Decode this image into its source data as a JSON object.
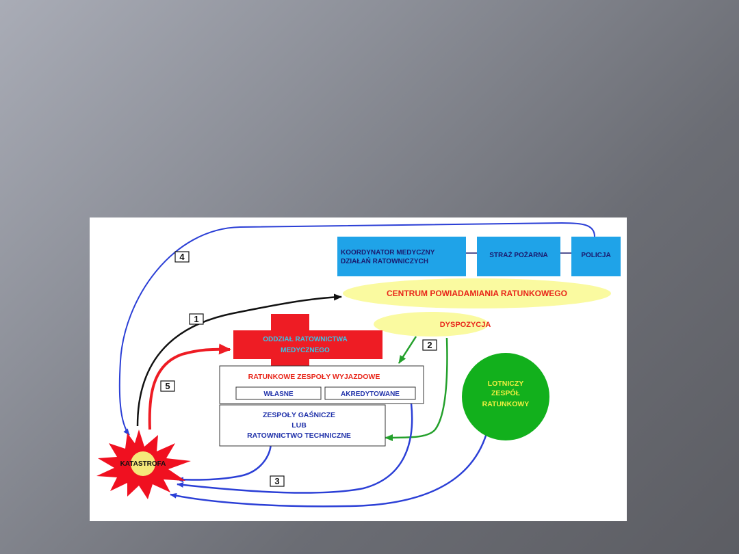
{
  "diagram": {
    "nodes": {
      "koordynator": [
        "KOORDYNATOR MEDYCZNY",
        "DZIAŁAŃ RATOWNICZYCH"
      ],
      "straz": "STRAŻ POŻARNA",
      "policja": "POLICJA",
      "centrum": "CENTRUM POWIADAMIANIA RATUNKOWEGO",
      "dyspozycja": "DYSPOZYCJA",
      "oddzial": [
        "ODDZIAŁ RATOWNICTWA",
        "MEDYCZNEGO"
      ],
      "zespoly_wyjazdowe": "RATUNKOWE ZESPOŁY WYJAZDOWE",
      "wlasne": "WŁASNE",
      "akredytowane": "AKREDYTOWANE",
      "gasnicze": [
        "ZESPOŁY GAŚNICZE",
        "LUB",
        "RATOWNICTWO TECHNICZNE"
      ],
      "lotniczy": [
        "LOTNICZY",
        "ZESPÓŁ",
        "RATUNKOWY"
      ],
      "katastrofa": "KATASTROFA"
    },
    "step_labels": [
      "1",
      "2",
      "3",
      "4",
      "5"
    ],
    "colors": {
      "blue_box": "#1fa3e8",
      "box_text_dark": "#1a1a6e",
      "yellow": "#fafaa0",
      "red_text": "#e8261a",
      "red_cross": "#ee1c24",
      "cyan_text": "#39c6e8",
      "blue_text": "#2233aa",
      "green_circle": "#12b01c",
      "lotniczy_text": "#f0f040",
      "arrow_blue": "#2b3fd6",
      "arrow_black": "#111111",
      "arrow_red": "#ee1c24",
      "arrow_green": "#23a02b",
      "burst_red": "#f01020",
      "burst_yellow": "#f5e87a"
    }
  }
}
